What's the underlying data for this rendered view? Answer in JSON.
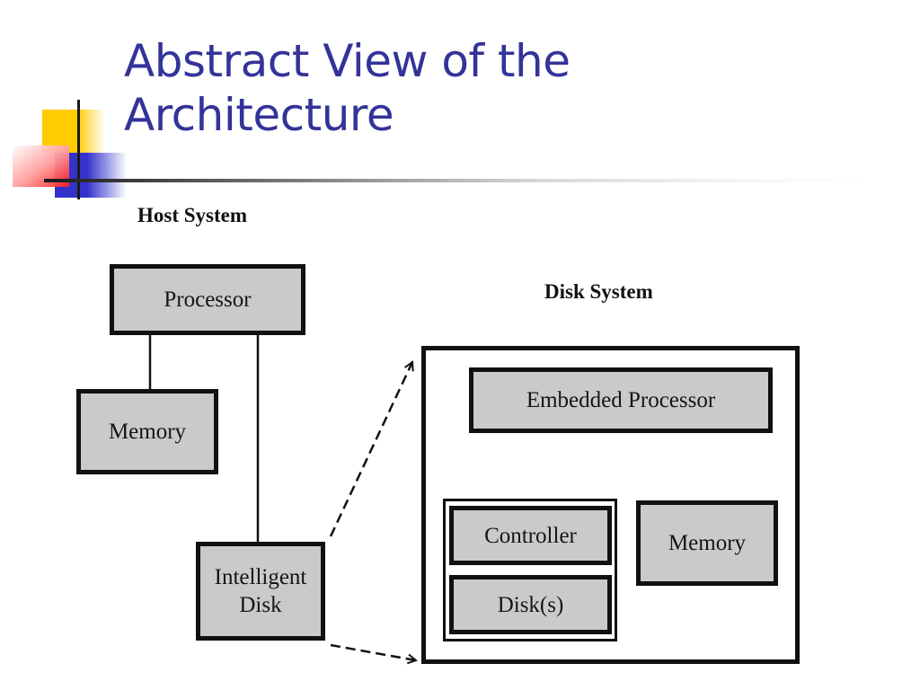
{
  "slide": {
    "title_line1": "Abstract View of the",
    "title_line2": "Architecture",
    "accent_color": "#333399"
  },
  "diagram": {
    "host_system": {
      "label": "Host System",
      "nodes": {
        "processor": "Processor",
        "memory": "Memory",
        "intelligent_disk_line1": "Intelligent",
        "intelligent_disk_line2": "Disk"
      }
    },
    "disk_system": {
      "label": "Disk System",
      "nodes": {
        "embedded_processor": "Embedded Processor",
        "controller": "Controller",
        "disks": "Disk(s)",
        "memory": "Memory"
      }
    },
    "edges": [
      {
        "from": "Processor",
        "to": "Memory",
        "style": "solid"
      },
      {
        "from": "Processor",
        "to": "Intelligent Disk",
        "style": "solid"
      },
      {
        "from": "Intelligent Disk",
        "to": "Disk System (top-left)",
        "style": "dashed-arrow"
      },
      {
        "from": "Intelligent Disk",
        "to": "Disk System (bottom-left)",
        "style": "dashed-arrow"
      },
      {
        "from": "Embedded Processor",
        "to": "Controller",
        "style": "solid"
      },
      {
        "from": "Embedded Processor",
        "to": "Memory",
        "style": "solid"
      }
    ]
  }
}
